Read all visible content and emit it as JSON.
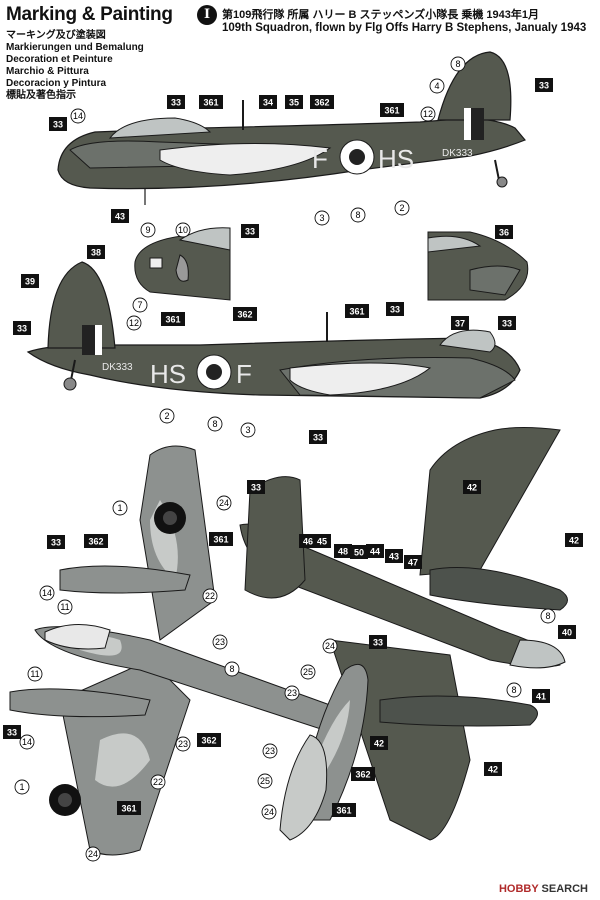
{
  "header": {
    "title": "Marking & Painting",
    "languages": [
      "マーキング及び塗装図",
      "Markierungen und Bemalung",
      "Decoration et Peinture",
      "Marchio & Pittura",
      "Decoracion y Pintura",
      "標貼及著色指示"
    ]
  },
  "scheme": {
    "badge": "I",
    "title_jp": "第109飛行隊 所属 ハリー B ステッペンズ小隊長 乗機 1943年1月",
    "title_en": "109th Squadron, flown by Flg Offs Harry B Stephens, Janualy 1943"
  },
  "aircraft": {
    "serial": "DK333",
    "code_left": "F",
    "code_right": "HS",
    "code_right_view_left": "HS",
    "code_right_view_right": "F"
  },
  "callouts": {
    "side_left": [
      "33",
      "14",
      "43",
      "33",
      "361",
      "34",
      "35",
      "362",
      "361",
      "12",
      "4",
      "8",
      "33",
      "10",
      "9",
      "3",
      "2",
      "8",
      "33"
    ],
    "side_right": [
      "38",
      "39",
      "33",
      "7",
      "12",
      "361",
      "362",
      "361",
      "33",
      "36",
      "37",
      "33",
      "2",
      "8",
      "3",
      "33"
    ],
    "top_view": [
      "1",
      "24",
      "33",
      "362",
      "361",
      "22",
      "14",
      "11",
      "23",
      "8",
      "11",
      "33",
      "14",
      "23",
      "362",
      "22",
      "1",
      "361",
      "24"
    ],
    "bottom_view": [
      "33",
      "46",
      "45",
      "48",
      "50",
      "44",
      "43",
      "47",
      "42",
      "42",
      "8",
      "33",
      "40",
      "8",
      "41",
      "42",
      "42"
    ],
    "fins": [
      "24",
      "25",
      "23",
      "23",
      "362",
      "25",
      "24",
      "361"
    ]
  },
  "watermark": {
    "brand": "HOBBY",
    "text": "SEARCH"
  },
  "colors": {
    "dark_green": "#4d524c",
    "ocean_grey": "#8d918f",
    "sky": "#c7cac8",
    "outline": "#1a1a1a",
    "callout_box": "#111111"
  }
}
